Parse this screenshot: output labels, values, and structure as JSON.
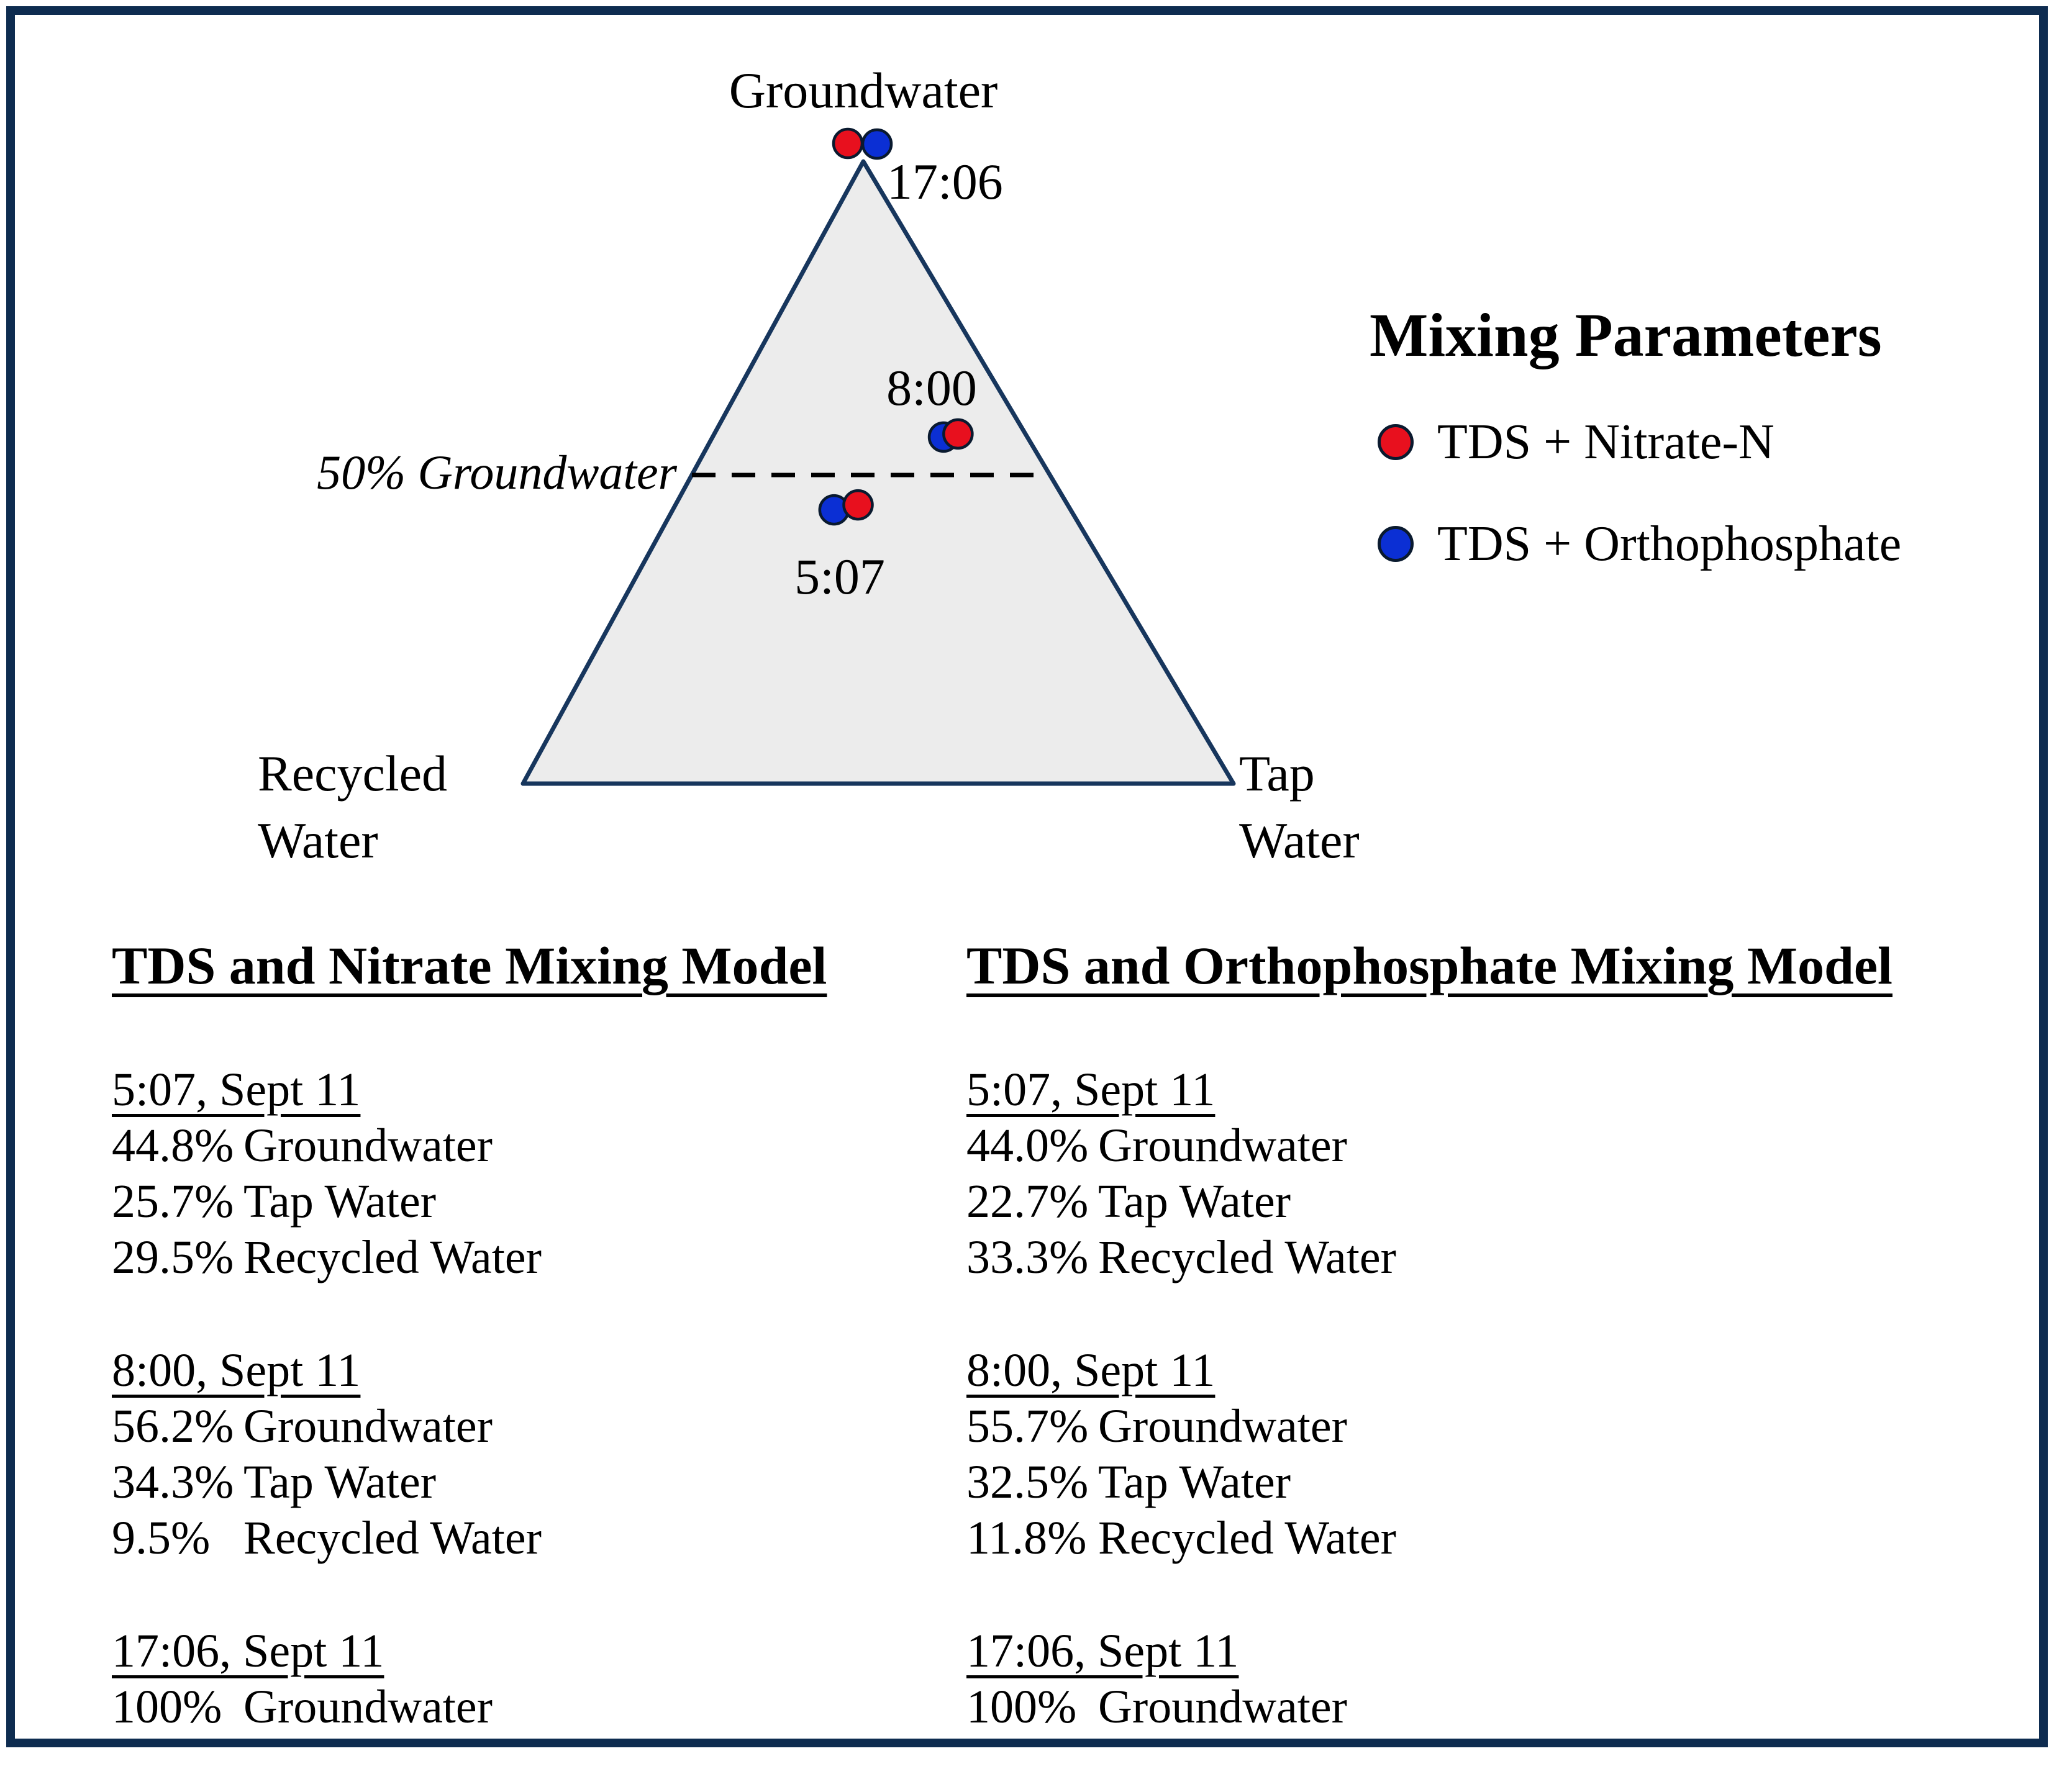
{
  "colors": {
    "frame_border": "#0e2c50",
    "triangle_fill": "#ececec",
    "triangle_stroke": "#17365d",
    "nitrate_red": "#e8101e",
    "ortho_blue": "#0b2fd4",
    "dot_outline": "#0a1a2f",
    "dashed_line": "#000000"
  },
  "chart_data": {
    "type": "ternary",
    "axes": {
      "top": "Groundwater",
      "bottom_left": "Recycled Water",
      "bottom_right": "Tap Water"
    },
    "reference_line": {
      "label": "50% Groundwater",
      "groundwater_pct": 50,
      "style": "dashed"
    },
    "legend": {
      "title": "Mixing Parameters",
      "series": [
        {
          "key": "nitrate",
          "name": "TDS + Nitrate-N",
          "color": "#e8101e"
        },
        {
          "key": "ortho",
          "name": "TDS + Orthophosphate",
          "color": "#0b2fd4"
        }
      ]
    },
    "samples": [
      {
        "time": "5:07",
        "date": "Sept 11",
        "nitrate": {
          "groundwater": 44.8,
          "tap": 25.7,
          "recycled": 29.5
        },
        "ortho": {
          "groundwater": 44.0,
          "tap": 22.7,
          "recycled": 33.3
        }
      },
      {
        "time": "8:00",
        "date": "Sept 11",
        "nitrate": {
          "groundwater": 56.2,
          "tap": 34.3,
          "recycled": 9.5
        },
        "ortho": {
          "groundwater": 55.7,
          "tap": 32.5,
          "recycled": 11.8
        }
      },
      {
        "time": "17:06",
        "date": "Sept 11",
        "nitrate": {
          "groundwater": 100,
          "tap": 0,
          "recycled": 0
        },
        "ortho": {
          "groundwater": 100,
          "tap": 0,
          "recycled": 0
        }
      }
    ]
  },
  "models": [
    {
      "title": "TDS and Nitrate Mixing Model",
      "entries": [
        {
          "time": "5:07, Sept 11",
          "rows": [
            {
              "pct": "44.8%",
              "source": "Groundwater"
            },
            {
              "pct": "25.7%",
              "source": "Tap Water"
            },
            {
              "pct": "29.5%",
              "source": "Recycled Water"
            }
          ]
        },
        {
          "time": "8:00, Sept 11",
          "rows": [
            {
              "pct": "56.2%",
              "source": "Groundwater"
            },
            {
              "pct": "34.3%",
              "source": "Tap Water"
            },
            {
              "pct": "9.5%",
              "source": "Recycled Water"
            }
          ]
        },
        {
          "time": "17:06, Sept 11",
          "rows": [
            {
              "pct": "100%",
              "source": "Groundwater"
            }
          ]
        }
      ]
    },
    {
      "title": "TDS and Orthophosphate Mixing Model",
      "entries": [
        {
          "time": "5:07, Sept 11",
          "rows": [
            {
              "pct": "44.0%",
              "source": "Groundwater"
            },
            {
              "pct": "22.7%",
              "source": "Tap Water"
            },
            {
              "pct": "33.3%",
              "source": "Recycled Water"
            }
          ]
        },
        {
          "time": "8:00, Sept 11",
          "rows": [
            {
              "pct": "55.7%",
              "source": "Groundwater"
            },
            {
              "pct": "32.5%",
              "source": "Tap Water"
            },
            {
              "pct": "11.8%",
              "source": "Recycled Water"
            }
          ]
        },
        {
          "time": "17:06, Sept 11",
          "rows": [
            {
              "pct": "100%",
              "source": "Groundwater"
            }
          ]
        }
      ]
    }
  ]
}
